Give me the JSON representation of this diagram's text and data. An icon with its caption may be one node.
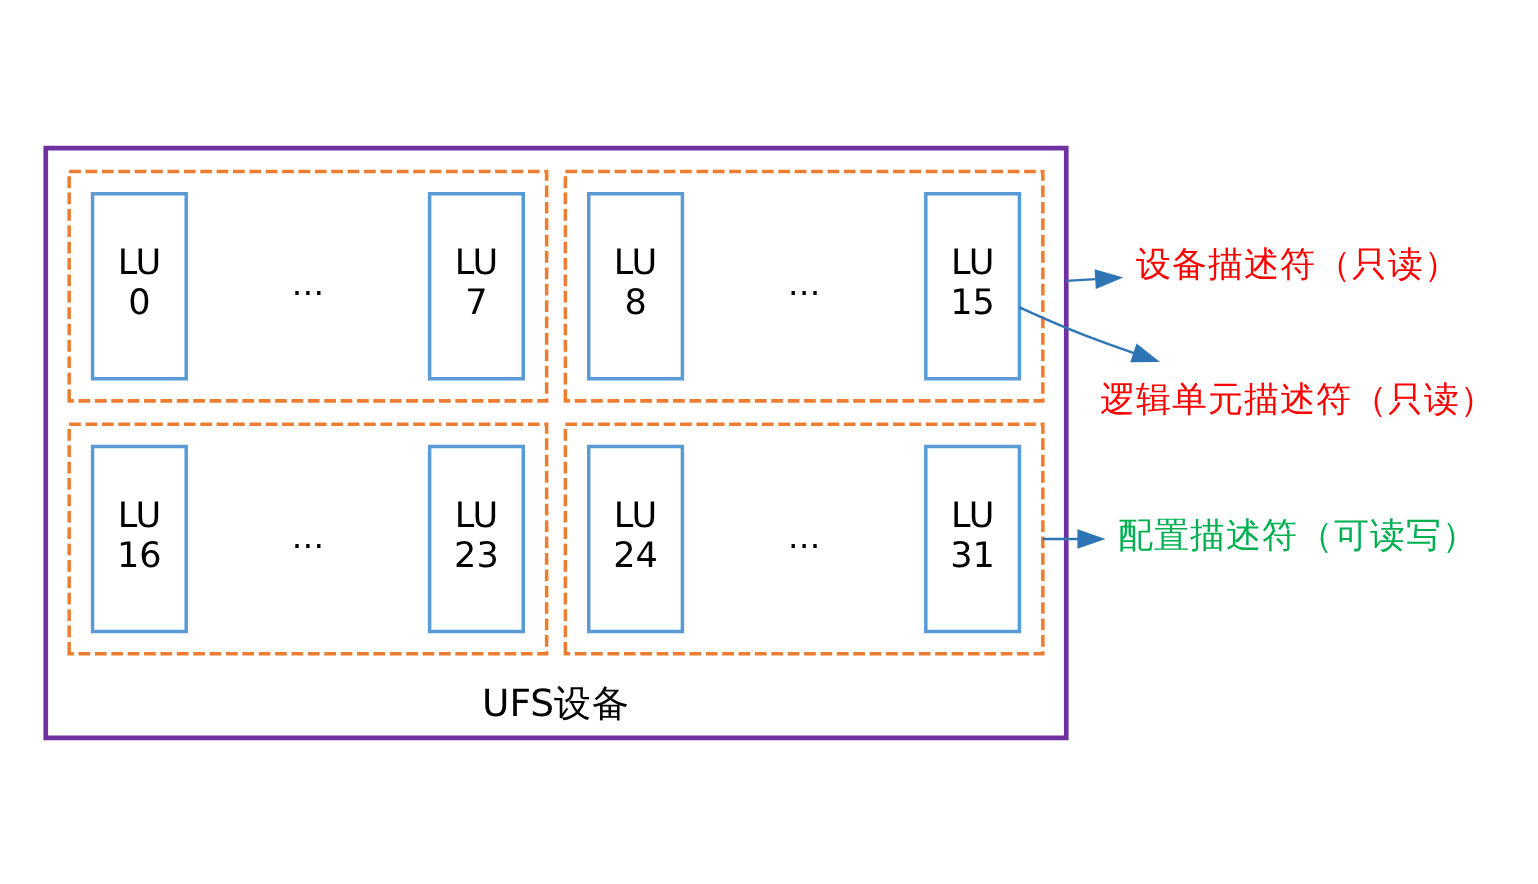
{
  "diagram": {
    "nodes": [
      {
        "text": [
          "UFS设备"
        ]
      },
      {
        "text": [],
        "shape": "box",
        "in": 0
      },
      {
        "text": [
          "LU 0"
        ],
        "in": 1
      },
      {
        "text": [
          "LU 7"
        ],
        "in": 1
      },
      {
        "text": [],
        "shape": "box",
        "in": 0
      },
      {
        "text": [
          "LU 8"
        ],
        "in": 4
      },
      {
        "text": [
          "LU 15"
        ],
        "in": 4
      },
      {
        "text": [],
        "shape": "box",
        "in": 0
      },
      {
        "text": [
          "LU 16"
        ],
        "in": 7
      },
      {
        "text": [
          "LU 23"
        ],
        "in": 7
      },
      {
        "text": [],
        "shape": "box",
        "in": 0
      },
      {
        "text": [
          "LU 24"
        ],
        "in": 10
      },
      {
        "text": [
          "LU 31"
        ],
        "in": 10
      },
      {
        "text": [
          "设备描述符（只读）"
        ]
      },
      {
        "text": [
          "逻辑单元描述符（只读）"
        ]
      },
      {
        "text": [
          "配置描述符（可读写）"
        ]
      }
    ],
    "edges": [
      {
        "from": 0,
        "to": 13,
        "arrow": "to"
      },
      {
        "from": 6,
        "to": 14,
        "arrow": "to"
      },
      {
        "from": 10,
        "to": 15,
        "arrow": "to"
      }
    ],
    "labels": [
      "…",
      "…",
      "…",
      "…"
    ]
  }
}
